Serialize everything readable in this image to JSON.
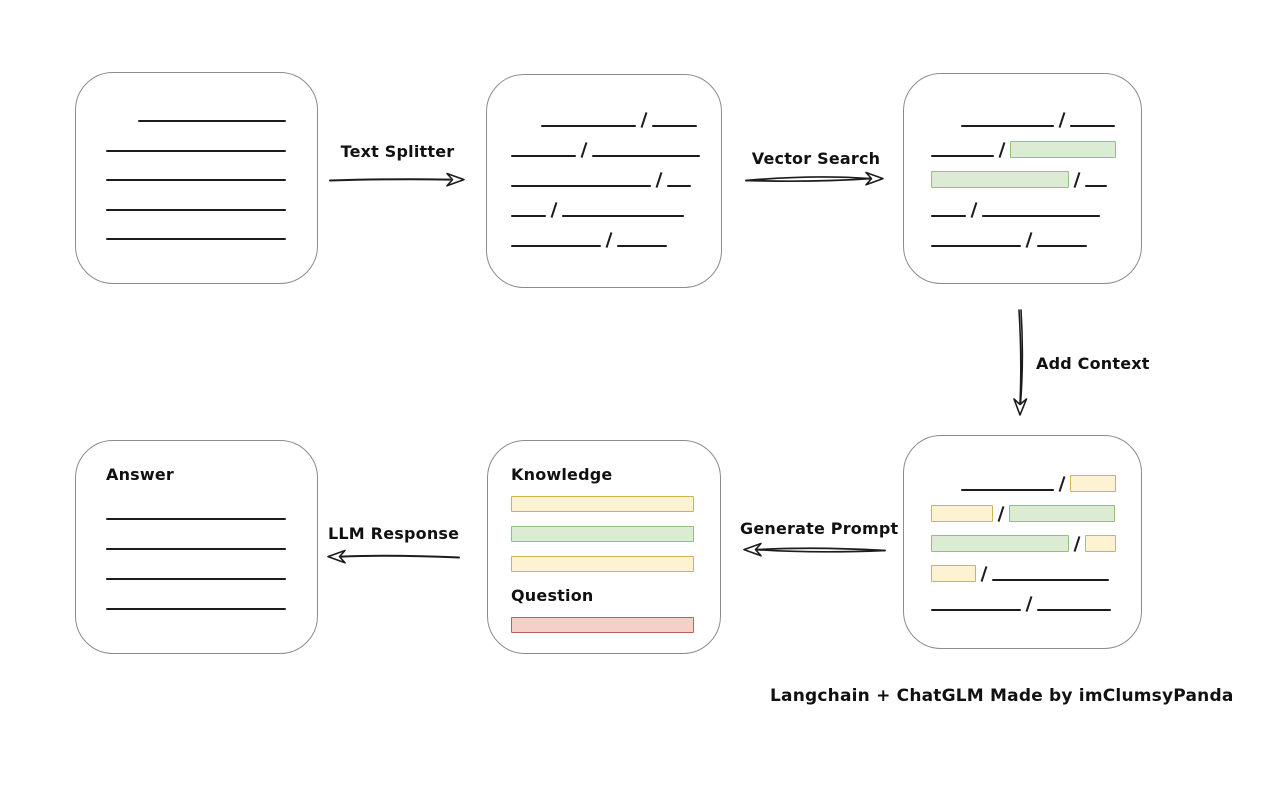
{
  "caption": "Langchain + ChatGLM Made by imClumsyPanda",
  "colors": {
    "line": "#1c1c1c",
    "box_border": "#8c8c8c",
    "green_fill": "#dcebd4",
    "green_border": "#94bf80",
    "yellow_fill": "#fdf2d2",
    "yellow_border": "#d3b255",
    "red_fill": "#f5cfca",
    "red_border": "#bf5f5a"
  },
  "arrows": {
    "text_splitter": {
      "label": "Text Splitter"
    },
    "vector_search": {
      "label": "Vector Search"
    },
    "add_context": {
      "label": "Add Context"
    },
    "generate_prompt": {
      "label": "Generate Prompt"
    },
    "llm_response": {
      "label": "LLM Response"
    }
  },
  "document_box": {
    "lines": [
      {
        "indent": 32,
        "w": 148
      },
      {
        "indent": 0,
        "w": 180
      },
      {
        "indent": 0,
        "w": 180
      },
      {
        "indent": 0,
        "w": 180
      },
      {
        "indent": 0,
        "w": 180
      }
    ]
  },
  "chunks_box": {
    "rows": [
      {
        "indent": 30,
        "segs": [
          {
            "k": "line",
            "w": 95
          },
          {
            "k": "line",
            "w": 45
          }
        ]
      },
      {
        "indent": 0,
        "segs": [
          {
            "k": "line",
            "w": 65
          },
          {
            "k": "line",
            "w": 108
          }
        ]
      },
      {
        "indent": 0,
        "segs": [
          {
            "k": "line",
            "w": 140
          },
          {
            "k": "line",
            "w": 24
          }
        ]
      },
      {
        "indent": 0,
        "segs": [
          {
            "k": "line",
            "w": 35
          },
          {
            "k": "line",
            "w": 122
          }
        ]
      },
      {
        "indent": 0,
        "segs": [
          {
            "k": "line",
            "w": 90
          },
          {
            "k": "line",
            "w": 50
          }
        ]
      }
    ]
  },
  "matched_chunks_box": {
    "rows": [
      {
        "indent": 30,
        "segs": [
          {
            "k": "line",
            "w": 93
          },
          {
            "k": "line",
            "w": 45
          }
        ]
      },
      {
        "indent": 0,
        "segs": [
          {
            "k": "line",
            "w": 63
          },
          {
            "k": "green",
            "w": 106
          }
        ]
      },
      {
        "indent": 0,
        "segs": [
          {
            "k": "green",
            "w": 138
          },
          {
            "k": "line",
            "w": 22
          }
        ]
      },
      {
        "indent": 0,
        "segs": [
          {
            "k": "line",
            "w": 35
          },
          {
            "k": "line",
            "w": 118
          }
        ]
      },
      {
        "indent": 0,
        "segs": [
          {
            "k": "line",
            "w": 90
          },
          {
            "k": "line",
            "w": 50
          }
        ]
      }
    ]
  },
  "context_chunks_box": {
    "rows": [
      {
        "indent": 30,
        "segs": [
          {
            "k": "line",
            "w": 93
          },
          {
            "k": "yellow",
            "w": 46
          }
        ]
      },
      {
        "indent": 0,
        "segs": [
          {
            "k": "yellow",
            "w": 62
          },
          {
            "k": "green",
            "w": 106
          }
        ]
      },
      {
        "indent": 0,
        "segs": [
          {
            "k": "green",
            "w": 138
          },
          {
            "k": "yellow",
            "w": 31
          }
        ]
      },
      {
        "indent": 0,
        "segs": [
          {
            "k": "yellow",
            "w": 45
          },
          {
            "k": "line",
            "w": 117
          }
        ]
      },
      {
        "indent": 0,
        "segs": [
          {
            "k": "line",
            "w": 90
          },
          {
            "k": "line",
            "w": 74
          }
        ]
      }
    ]
  },
  "prompt_box": {
    "knowledge_label": "Knowledge",
    "knowledge_bars": [
      {
        "k": "yellow"
      },
      {
        "k": "green"
      },
      {
        "k": "yellow"
      }
    ],
    "question_label": "Question",
    "question_bars": [
      {
        "k": "red"
      }
    ]
  },
  "answer_box": {
    "label": "Answer",
    "lines": [
      {
        "indent": 0,
        "w": 180
      },
      {
        "indent": 0,
        "w": 180
      },
      {
        "indent": 0,
        "w": 180
      },
      {
        "indent": 0,
        "w": 180
      }
    ]
  }
}
